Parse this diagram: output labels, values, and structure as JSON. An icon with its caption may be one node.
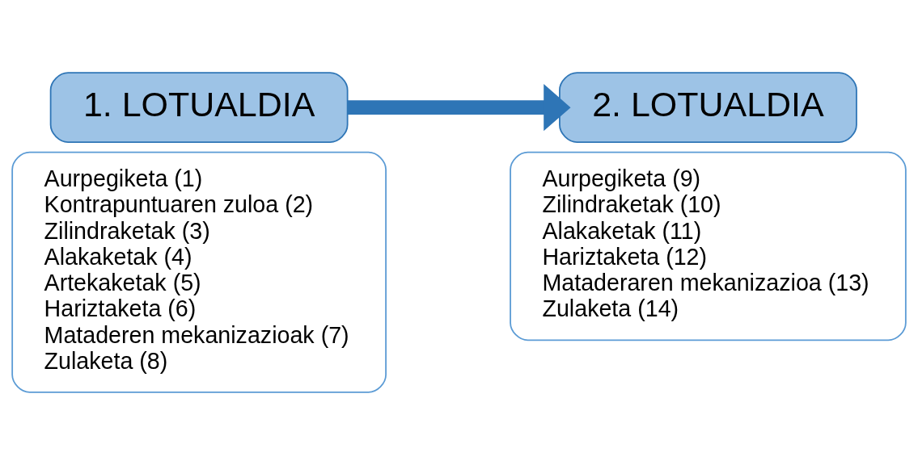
{
  "diagram": {
    "nodes": [
      {
        "text": [
          "1. LOTUALDIA"
        ]
      },
      {
        "text": [
          "Aurpegiketa (1)",
          "Kontrapuntuaren zuloa (2)",
          "Zilindraketak (3)",
          "Alakaketak (4)",
          "Artekaketak (5)",
          "Hariztaketa (6)",
          "Mataderen mekanizazioak (7)",
          "Zulaketa (8)"
        ]
      },
      {
        "text": [
          "2. LOTUALDIA"
        ]
      },
      {
        "text": [
          "Aurpegiketa (9)",
          "Zilindraketak (10)",
          "Alakaketak (11)",
          "Hariztaketa (12)",
          "Mataderaren mekanizazioa (13)",
          "Zulaketa (14)"
        ]
      }
    ],
    "edges": [
      {
        "from": 0,
        "to": 2,
        "arrow": "to"
      }
    ]
  }
}
